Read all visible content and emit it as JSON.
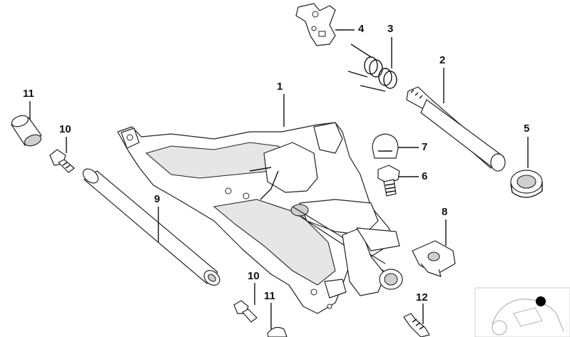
{
  "diagram": {
    "callouts": [
      {
        "id": "1",
        "label": "1"
      },
      {
        "id": "2",
        "label": "2"
      },
      {
        "id": "3",
        "label": "3"
      },
      {
        "id": "4",
        "label": "4"
      },
      {
        "id": "5",
        "label": "5"
      },
      {
        "id": "6",
        "label": "6"
      },
      {
        "id": "7",
        "label": "7"
      },
      {
        "id": "8",
        "label": "8"
      },
      {
        "id": "9",
        "label": "9"
      },
      {
        "id": "10a",
        "label": "10"
      },
      {
        "id": "10b",
        "label": "10"
      },
      {
        "id": "11a",
        "label": "11"
      },
      {
        "id": "11b",
        "label": "11"
      },
      {
        "id": "12",
        "label": "12"
      }
    ]
  }
}
